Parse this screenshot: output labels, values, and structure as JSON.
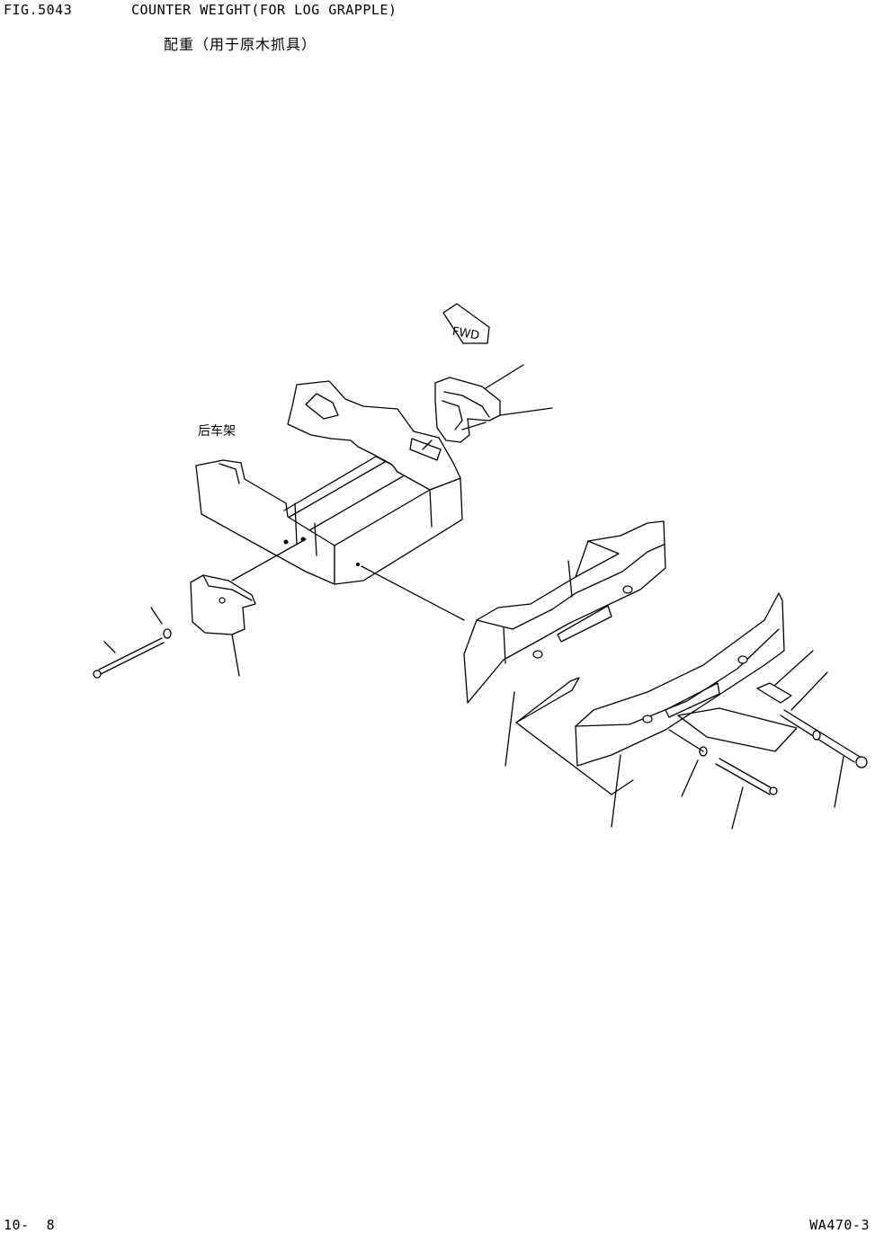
{
  "header": {
    "figure_number": "FIG.5043",
    "title": "COUNTER WEIGHT(FOR LOG GRAPPLE)",
    "subtitle": "配重（用于原木抓具）"
  },
  "diagram": {
    "fwd_marker": "FWD",
    "frame_label": "后车架"
  },
  "footer": {
    "page": "10-  8",
    "model": "WA470-3"
  }
}
